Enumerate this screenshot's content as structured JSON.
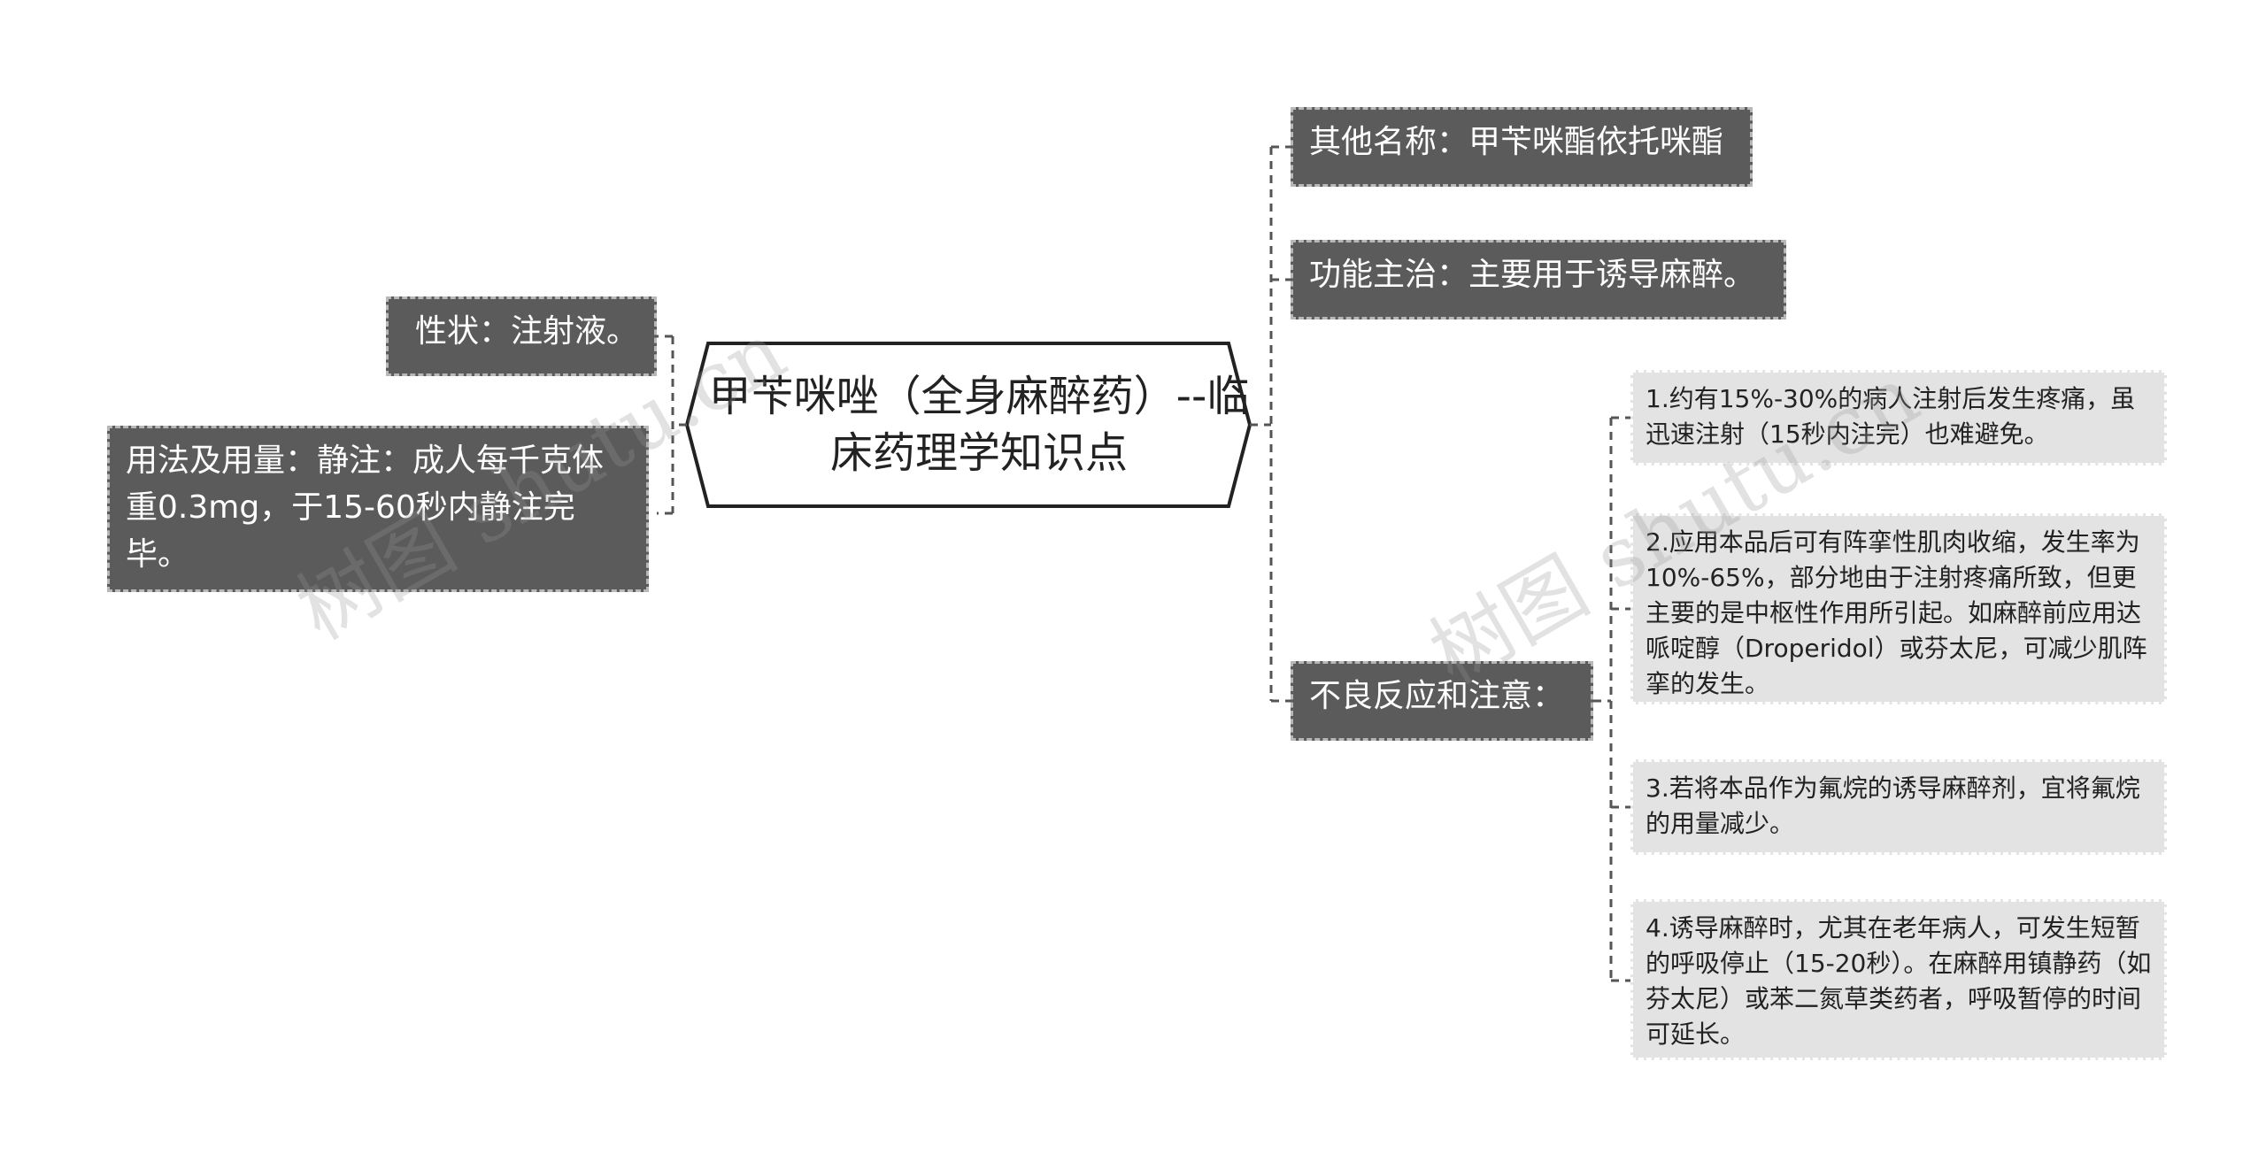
{
  "center": {
    "title": "甲苄咪唑（全身麻醉药）--临床药理学知识点"
  },
  "left_nodes": [
    {
      "id": "xingzhuang",
      "text": "性状：注射液。"
    },
    {
      "id": "yongfa",
      "text": "用法及用量：静注：成人每千克体重0.3mg，于15-60秒内静注完毕。"
    }
  ],
  "right_nodes": [
    {
      "id": "qita",
      "text": "其他名称：甲苄咪酯依托咪酯"
    },
    {
      "id": "gongneng",
      "text": "功能主治：主要用于诱导麻醉。"
    },
    {
      "id": "buliang",
      "text": "不良反应和注意："
    }
  ],
  "adverse_items": [
    "1.约有15%-30%的病人注射后发生疼痛，虽迅速注射（15秒内注完）也难避免。",
    "2.应用本品后可有阵挛性肌肉收缩，发生率为10%-65%，部分地由于注射疼痛所致，但更主要的是中枢性作用所引起。如麻醉前应用达哌啶醇（Droperidol）或芬太尼，可减少肌阵挛的发生。",
    "3.若将本品作为氟烷的诱导麻醉剂，宜将氟烷的用量减少。",
    "4.诱导麻醉时，尤其在老年病人，可发生短暂的呼吸停止（15-20秒）。在麻醉用镇静药（如芬太尼）或苯二氮草类药者，呼吸暂停的时间可延长。"
  ],
  "watermarks": [
    "树图 shutu.cn",
    "树图 shutu.cn"
  ],
  "colors": {
    "node_fill": "#5b5b5b",
    "leaf_fill": "#e3e3e3",
    "line": "#555555",
    "center_border": "#222222"
  }
}
